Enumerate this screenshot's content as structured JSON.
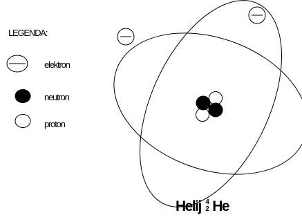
{
  "legend": {
    "title": "LEGENDA:",
    "items": [
      {
        "symbol": "electron-symbol-icon",
        "label": "elektron"
      },
      {
        "symbol": "neutron-symbol-icon",
        "label": "neutron"
      },
      {
        "symbol": "proton-symbol-icon",
        "label": "proton"
      }
    ]
  },
  "caption": {
    "name": "Helij",
    "mass_number": "4",
    "atomic_number": "2",
    "symbol": "He"
  },
  "atom": {
    "electrons": 2,
    "neutrons": 2,
    "protons": 2,
    "orbits": 2
  },
  "colors": {
    "line": "#000000",
    "neutron_fill": "#000000",
    "proton_fill": "#ffffff",
    "background": "#ffffff"
  }
}
